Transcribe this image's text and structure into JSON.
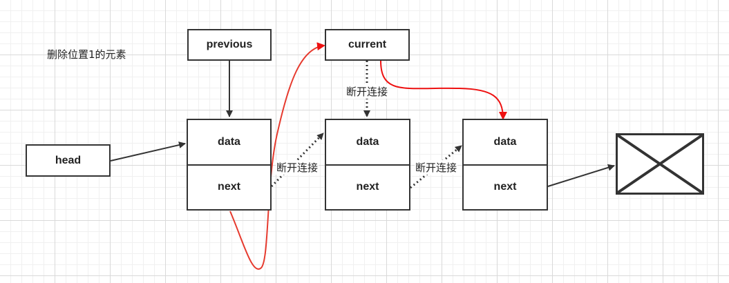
{
  "diagram": {
    "title": "删除位置1的元素",
    "head_label": "head",
    "previous_label": "previous",
    "current_label": "current",
    "nodes": [
      {
        "data_label": "data",
        "next_label": "next"
      },
      {
        "data_label": "data",
        "next_label": "next"
      },
      {
        "data_label": "data",
        "next_label": "next"
      }
    ],
    "break_labels": [
      "断开连接",
      "断开连接",
      "断开连接"
    ],
    "null_symbol": "null-x-box-icon",
    "colors": {
      "line": "#333333",
      "highlight": "#e63a2e",
      "arrow_red": "#ee1111",
      "grid": "#d9d9d9"
    }
  }
}
